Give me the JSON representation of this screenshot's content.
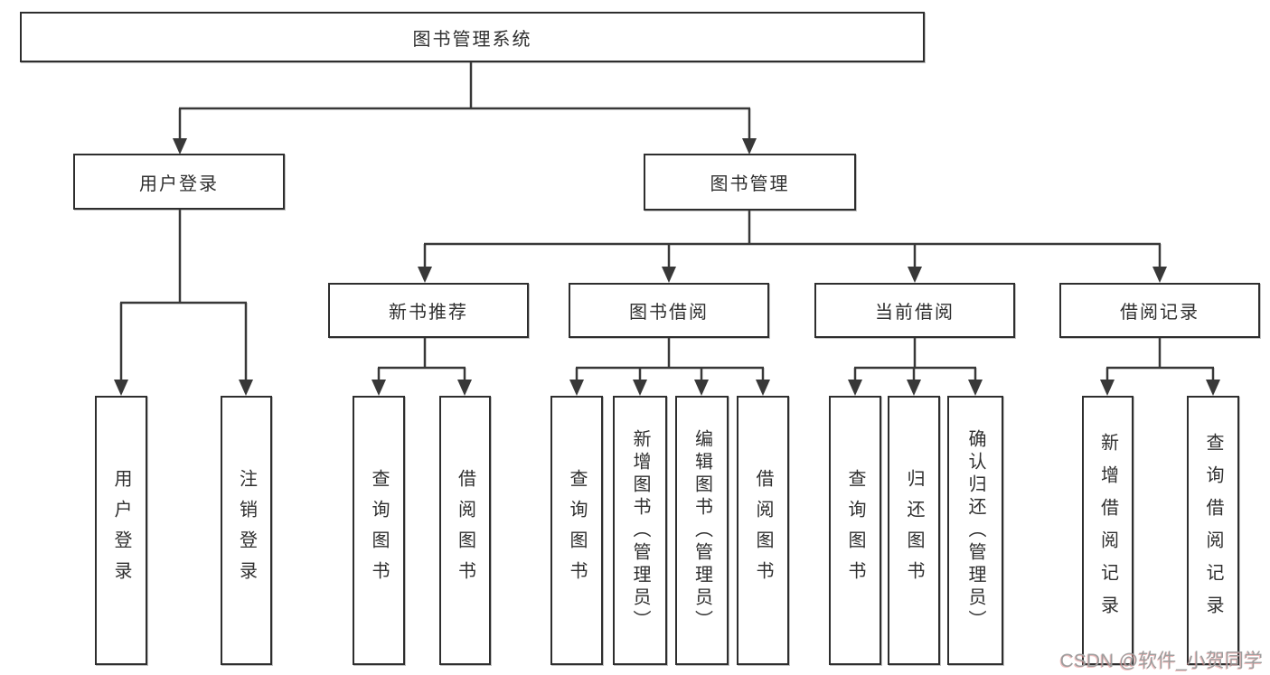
{
  "diagram": {
    "root": {
      "label": "图书管理系统"
    },
    "level2": [
      {
        "label": "用户登录"
      },
      {
        "label": "图书管理"
      }
    ],
    "level3": [
      {
        "label": "新书推荐"
      },
      {
        "label": "图书借阅"
      },
      {
        "label": "当前借阅"
      },
      {
        "label": "借阅记录"
      }
    ],
    "leaves": {
      "login": [
        "用户登录",
        "注销登录"
      ],
      "newbook": [
        "查询图书",
        "借阅图书"
      ],
      "borrow": [
        "查询图书",
        "新增图书（管理员）",
        "编辑图书（管理员）",
        "借阅图书"
      ],
      "current": [
        "查询图书",
        "归还图书",
        "确认归还（管理员）"
      ],
      "records": [
        "新增借阅记录",
        "查询借阅记录"
      ]
    },
    "line_color": "#383838",
    "border_color": "#2e2e2e",
    "background_color": "#ffffff"
  },
  "watermark": {
    "text": "CSDN @软件_小贺同学"
  }
}
